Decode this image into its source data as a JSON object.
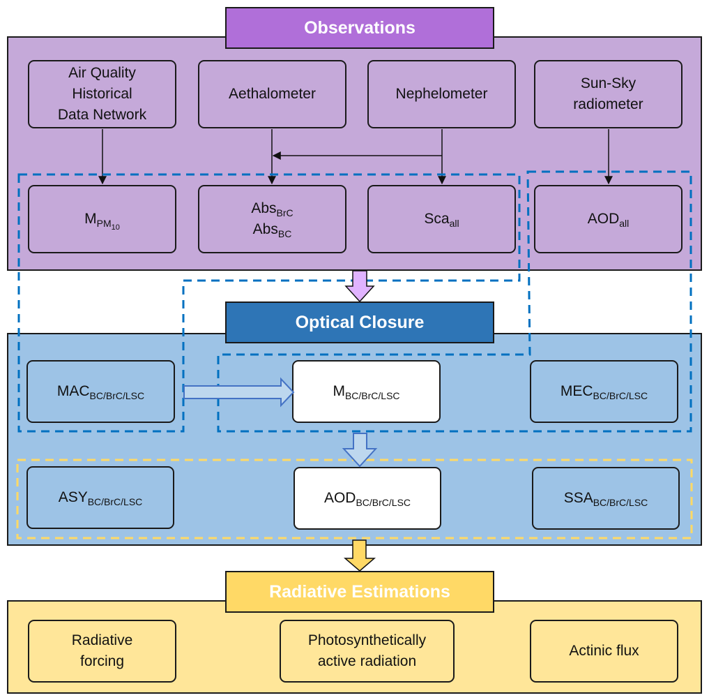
{
  "sections": {
    "observations": {
      "title": "Observations",
      "instruments": [
        {
          "lines": [
            "Air Quality",
            "Historical",
            "Data Network"
          ]
        },
        {
          "lines": [
            "Aethalometer"
          ]
        },
        {
          "lines": [
            "Nephelometer"
          ]
        },
        {
          "lines": [
            "Sun-Sky",
            "radiometer"
          ]
        }
      ],
      "measurements": {
        "mpm10": {
          "base": "M",
          "sub": "PM",
          "subsub": "10"
        },
        "abs_brc": {
          "base": "Abs",
          "sub": "BrC"
        },
        "abs_bc": {
          "base": "Abs",
          "sub": "BC"
        },
        "sca_all": {
          "base": "Sca",
          "sub": "all"
        },
        "aod_all": {
          "base": "AOD",
          "sub": "all"
        }
      }
    },
    "optical_closure": {
      "title": "Optical Closure",
      "mac": {
        "base": "MAC",
        "sub": "BC/BrC/LSC"
      },
      "m": {
        "base": "M",
        "sub": "BC/BrC/LSC"
      },
      "mec": {
        "base": "MEC",
        "sub": "BC/BrC/LSC"
      },
      "asy": {
        "base": "ASY",
        "sub": "BC/BrC/LSC"
      },
      "aod": {
        "base": "AOD",
        "sub": "BC/BrC/LSC"
      },
      "ssa": {
        "base": "SSA",
        "sub": "BC/BrC/LSC"
      }
    },
    "radiative_estimations": {
      "title": "Radiative Estimations",
      "outputs": [
        {
          "lines": [
            "Radiative",
            "forcing"
          ]
        },
        {
          "lines": [
            "Photosynthetically",
            "active radiation"
          ]
        },
        {
          "lines": [
            "Actinic flux"
          ]
        }
      ]
    }
  },
  "colors": {
    "observations_panel": "#c5a9d9",
    "observations_title": "#b06fd9",
    "optical_panel": "#9dc3e6",
    "optical_title": "#2e75b6",
    "radiative_panel": "#ffe699",
    "radiative_title": "#ffd966",
    "dashed_blue": "#0070c0",
    "dashed_yellow": "#ffd966"
  }
}
